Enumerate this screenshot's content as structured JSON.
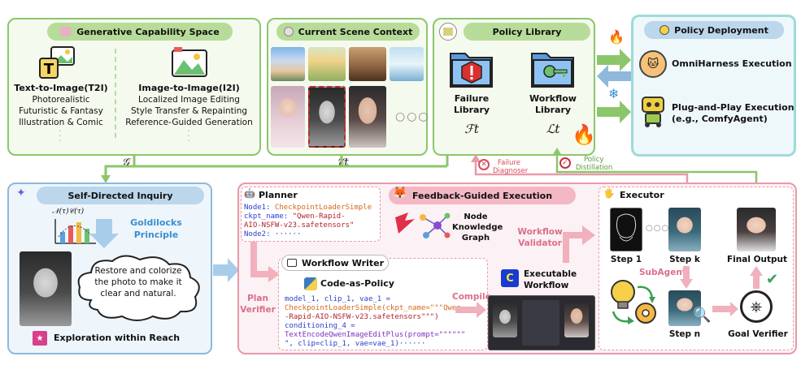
{
  "gen": {
    "title": "Generative Capability Space",
    "t2i": {
      "title": "Text-to-Image(T2I)",
      "items": [
        "Photorealistic",
        "Futuristic & Fantasy",
        "Illustration & Comic"
      ]
    },
    "i2i": {
      "title": "Image-to-Image(I2I)",
      "items": [
        "Localized Image Editing",
        "Style Transfer & Repainting",
        "Reference-Guided Generation"
      ]
    },
    "symbol": "𝒢"
  },
  "scene": {
    "title": "Current Scene Context",
    "symbol": "𝒞t"
  },
  "policy": {
    "title": "Policy Library",
    "failure": {
      "label1": "Failure",
      "label2": "Library",
      "symbol": "ℱt"
    },
    "workflow": {
      "label1": "Workflow",
      "label2": "Library",
      "symbol": "ℒt"
    }
  },
  "deploy": {
    "title": "Policy Deployment",
    "omni": "OmniHarness Execution",
    "plug1": "Plug-and-Play Execution",
    "plug2": "(e.g., ComfyAgent)"
  },
  "labels": {
    "failure_diagnoser": [
      "Failure",
      "Diagnoser"
    ],
    "policy_distillation": [
      "Policy",
      "Distillation"
    ]
  },
  "inquiry": {
    "title": "Self-Directed Inquiry",
    "formula": "𝒩(τ)𝒞(τ)",
    "principle1": "Goldilocks",
    "principle2": "Principle",
    "cloud": [
      "Restore and colorize",
      "the photo to make it",
      "clear and natural."
    ],
    "bottom": "Exploration within Reach"
  },
  "feedback": {
    "title": "Feedback-Guided Execution"
  },
  "planner": {
    "title": "Planner",
    "lines": [
      {
        "a": "Node1: ",
        "b": "CheckpointLoaderSimple"
      },
      {
        "a": "     ckpt_name: ",
        "b": "\"Qwen-Rapid-"
      },
      {
        "a": "",
        "b": "AIO-NSFW-v23.safetensors\""
      },
      {
        "a": "Node2: ······",
        "b": ""
      }
    ]
  },
  "nkg": [
    "Node",
    "Knowledge",
    "Graph"
  ],
  "validator": [
    "Workflow",
    "Validator"
  ],
  "plan_verifier": [
    "Plan",
    "Verifier"
  ],
  "writer": {
    "title": "Workflow Writer",
    "cap": "Code-as-Policy",
    "code": [
      {
        "a": "model_1, clip_1, vae_1 =",
        "b": ""
      },
      {
        "a": "",
        "b": "CheckpointLoaderSimple(ckpt_name=\"\"\"Qwen"
      },
      {
        "a": "",
        "b": "-Rapid-AIO-NSFW-v23.safetensors\"\"\")"
      },
      {
        "a": "conditioning_4 =",
        "b": ""
      },
      {
        "a": "",
        "b": "TextEncodeQwenImageEditPlus(prompt=\"\"\"\"\"\""
      },
      {
        "a": "\", clip=clip_1, vae=vae_1)······",
        "b": ""
      }
    ]
  },
  "compile": "Compile",
  "exec_wf": [
    "Executable",
    "Workflow"
  ],
  "executor": {
    "title": "Executor",
    "step1": "Step 1",
    "stepk": "Step k",
    "final": "Final Output",
    "subagent": "SubAgent",
    "stepn": "Step n",
    "goal": "Goal Verifier"
  },
  "colors": {
    "green": "#7cbf52",
    "blue": "#8fb8dc",
    "pink": "#e89aaa",
    "teal": "#8fd3d3"
  }
}
